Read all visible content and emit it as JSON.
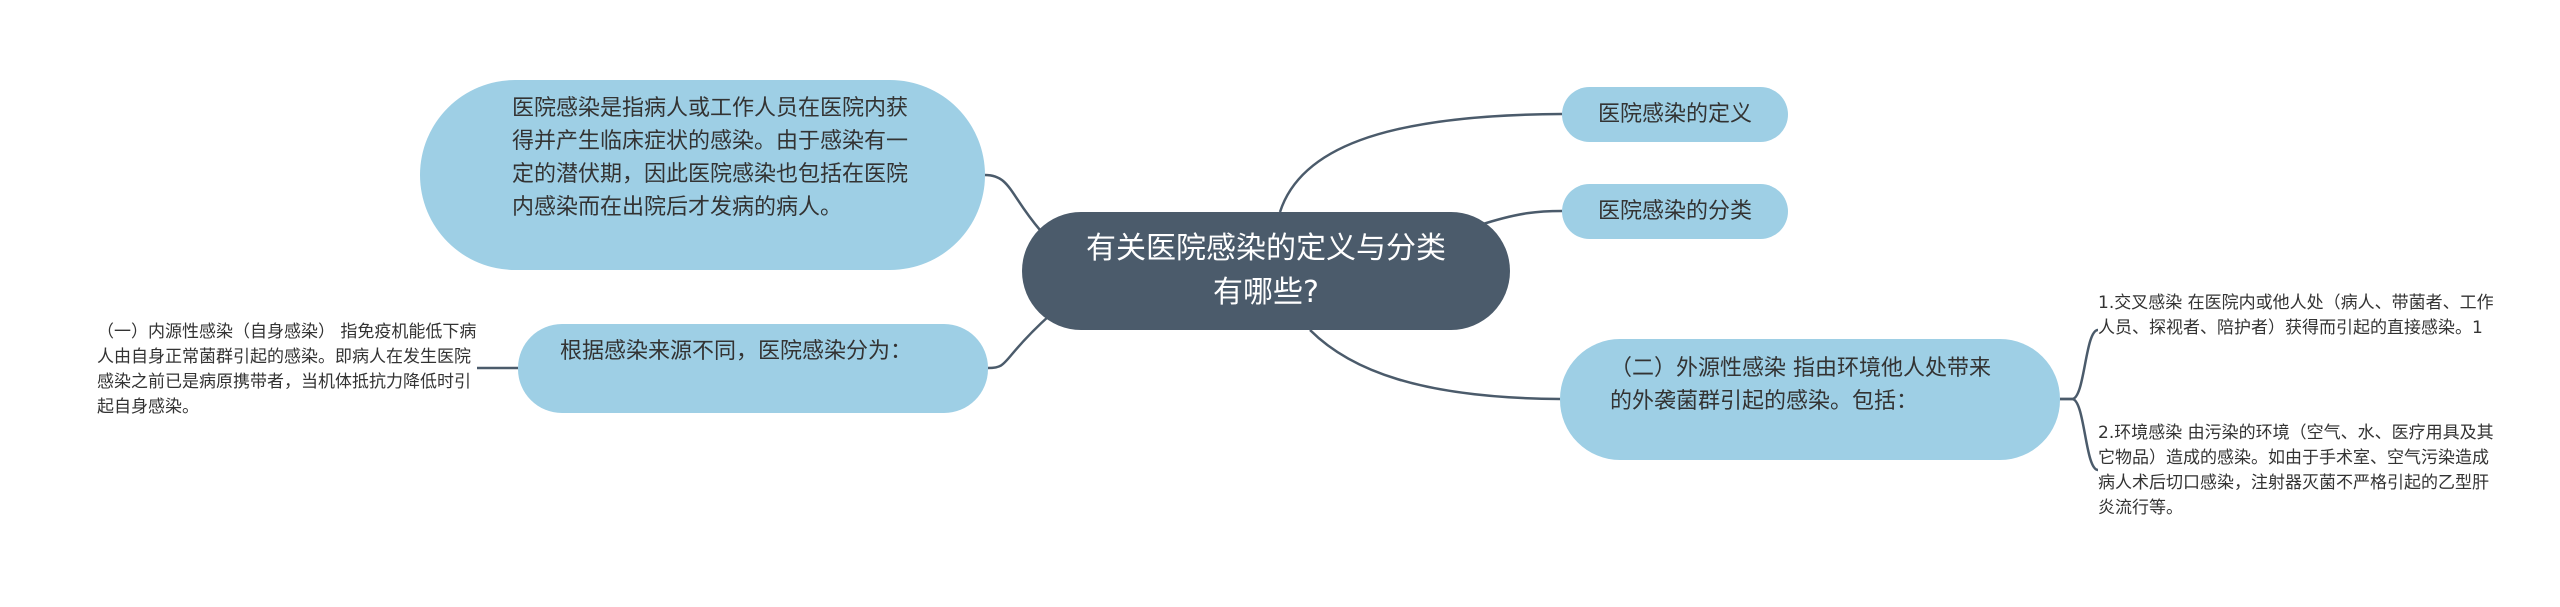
{
  "root": {
    "label": "有关医院感染的定义与分类有哪些?"
  },
  "branches": {
    "definition_body": "医院感染是指病人或工作人员在医院内获得并产生临床症状的感染。由于感染有一定的潜伏期，因此医院感染也包括在医院内感染而在出院后才发病的病人。",
    "source": "根据感染来源不同，医院感染分为：",
    "definition": "医院感染的定义",
    "classification": "医院感染的分类",
    "exogenous": "（二）外源性感染 指由环境他人处带来的外袭菌群引起的感染。包括："
  },
  "leaves": {
    "endogenous": "（一）内源性感染（自身感染） 指免疫机能低下病人由自身正常菌群引起的感染。即病人在发生医院感染之前已是病原携带者，当机体抵抗力降低时引起自身感染。",
    "cross_infection": "1.交叉感染 在医院内或他人处（病人、带菌者、工作人员、探视者、陪护者）获得而引起的直接感染。1",
    "environmental": "2.环境感染 由污染的环境（空气、水、医疗用具及其它物品）造成的感染。如由于手术室、空气污染造成病人术后切口感染，注射器灭菌不严格引起的乙型肝炎流行等。"
  },
  "colors": {
    "root": "#4b5b6b",
    "bubble": "#9ecfe5",
    "link": "#4b5b6b"
  }
}
